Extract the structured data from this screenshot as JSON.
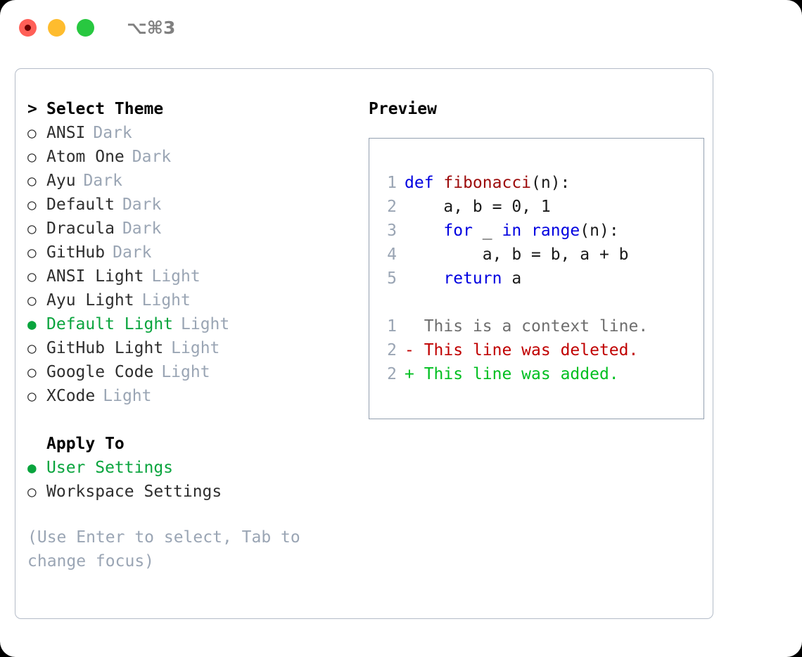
{
  "titlebar": {
    "shortcut": "⌥⌘3",
    "lights": [
      "close-red",
      "minimize-yellow",
      "maximize-green"
    ]
  },
  "theme_list": {
    "header_caret": ">",
    "header_label": "Select Theme",
    "bullet_unselected": "○",
    "bullet_selected": "●",
    "items": [
      {
        "label": "ANSI",
        "mode": "Dark",
        "selected": false
      },
      {
        "label": "Atom One",
        "mode": "Dark",
        "selected": false
      },
      {
        "label": "Ayu",
        "mode": "Dark",
        "selected": false
      },
      {
        "label": "Default",
        "mode": "Dark",
        "selected": false
      },
      {
        "label": "Dracula",
        "mode": "Dark",
        "selected": false
      },
      {
        "label": "GitHub",
        "mode": "Dark",
        "selected": false
      },
      {
        "label": "ANSI Light",
        "mode": "Light",
        "selected": false
      },
      {
        "label": "Ayu Light",
        "mode": "Light",
        "selected": false
      },
      {
        "label": "Default Light",
        "mode": "Light",
        "selected": true
      },
      {
        "label": "GitHub Light",
        "mode": "Light",
        "selected": false
      },
      {
        "label": "Google Code",
        "mode": "Light",
        "selected": false
      },
      {
        "label": "XCode",
        "mode": "Light",
        "selected": false
      }
    ]
  },
  "apply_to": {
    "header_label": "Apply To",
    "items": [
      {
        "label": "User Settings",
        "selected": true
      },
      {
        "label": "Workspace Settings",
        "selected": false
      }
    ]
  },
  "hint": "(Use Enter to select, Tab to change focus)",
  "preview": {
    "title": "Preview",
    "code_lines": [
      {
        "num": "1",
        "tokens": [
          {
            "t": "def ",
            "c": "kw"
          },
          {
            "t": "fibonacci",
            "c": "fn"
          },
          {
            "t": "(n):",
            "c": "pl"
          }
        ]
      },
      {
        "num": "2",
        "tokens": [
          {
            "t": "    a, b = 0, 1",
            "c": "pl"
          }
        ]
      },
      {
        "num": "3",
        "tokens": [
          {
            "t": "    ",
            "c": "pl"
          },
          {
            "t": "for",
            "c": "kw"
          },
          {
            "t": " _ ",
            "c": "pl"
          },
          {
            "t": "in",
            "c": "kw"
          },
          {
            "t": " ",
            "c": "pl"
          },
          {
            "t": "range",
            "c": "kw"
          },
          {
            "t": "(n):",
            "c": "pl"
          }
        ]
      },
      {
        "num": "4",
        "tokens": [
          {
            "t": "        a, b = b, a + b",
            "c": "pl"
          }
        ]
      },
      {
        "num": "5",
        "tokens": [
          {
            "t": "    ",
            "c": "pl"
          },
          {
            "t": "return",
            "c": "kw"
          },
          {
            "t": " a",
            "c": "pl"
          }
        ]
      }
    ],
    "diff_lines": [
      {
        "num": "1",
        "marker": "  ",
        "text": "This is a context line.",
        "kind": "d-ctx"
      },
      {
        "num": "2",
        "marker": "- ",
        "text": "This line was deleted.",
        "kind": "d-del"
      },
      {
        "num": "2",
        "marker": "+ ",
        "text": "This line was added.",
        "kind": "d-add"
      }
    ]
  },
  "colors": {
    "accent_green": "#09a43d",
    "muted": "#9aa5b4",
    "keyword_blue": "#0000e0",
    "function_red": "#9c0a0a",
    "diff_add": "#00bf20",
    "diff_del": "#c00000",
    "border": "#b4bcc8"
  }
}
